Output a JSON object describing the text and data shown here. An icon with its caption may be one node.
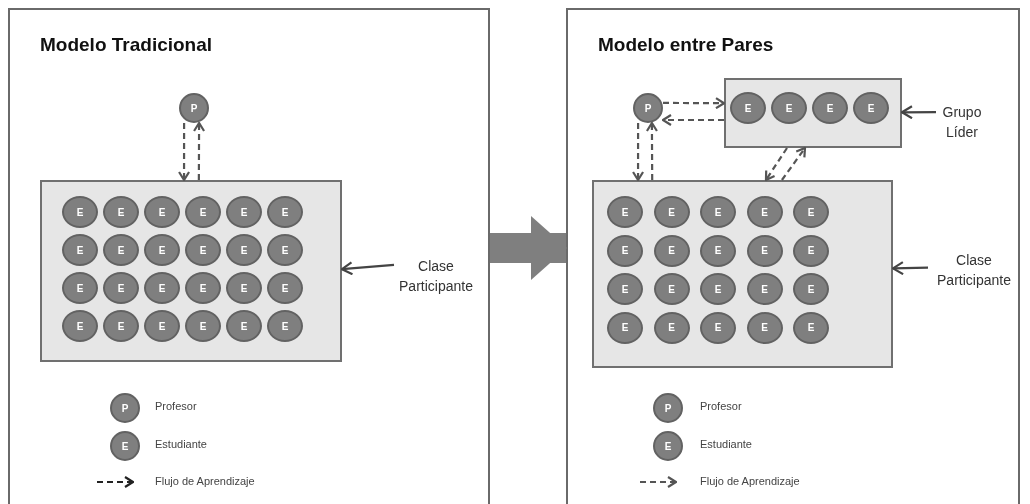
{
  "diagram": {
    "nodes": [
      {
        "text": [
          "Modelo Tradicional"
        ]
      },
      {
        "text": [
          "P"
        ],
        "in": 0
      },
      {
        "text": [],
        "shape": "box",
        "in": 0
      },
      {
        "text": [
          "E"
        ],
        "in": 2
      },
      {
        "text": [
          "E"
        ],
        "in": 2
      },
      {
        "text": [
          "E"
        ],
        "in": 2
      },
      {
        "text": [
          "E"
        ],
        "in": 2
      },
      {
        "text": [
          "E"
        ],
        "in": 2
      },
      {
        "text": [
          "E"
        ],
        "in": 2
      },
      {
        "text": [
          "E"
        ],
        "in": 2
      },
      {
        "text": [
          "E"
        ],
        "in": 2
      },
      {
        "text": [
          "E"
        ],
        "in": 2
      },
      {
        "text": [
          "E"
        ],
        "in": 2
      },
      {
        "text": [
          "E"
        ],
        "in": 2
      },
      {
        "text": [
          "E"
        ],
        "in": 2
      },
      {
        "text": [
          "E"
        ],
        "in": 2
      },
      {
        "text": [
          "E"
        ],
        "in": 2
      },
      {
        "text": [
          "E"
        ],
        "in": 2
      },
      {
        "text": [
          "E"
        ],
        "in": 2
      },
      {
        "text": [
          "E"
        ],
        "in": 2
      },
      {
        "text": [
          "E"
        ],
        "in": 2
      },
      {
        "text": [
          "E"
        ],
        "in": 2
      },
      {
        "text": [
          "E"
        ],
        "in": 2
      },
      {
        "text": [
          "E"
        ],
        "in": 2
      },
      {
        "text": [
          "E"
        ],
        "in": 2
      },
      {
        "text": [
          "E"
        ],
        "in": 2
      },
      {
        "text": [
          "E"
        ],
        "in": 2
      },
      {
        "text": [
          "Clase Participante"
        ],
        "in": 0
      },
      {
        "text": [
          "Modelo entre Pares"
        ]
      },
      {
        "text": [
          "P"
        ],
        "in": 28
      },
      {
        "text": [],
        "shape": "box",
        "in": 28
      },
      {
        "text": [
          "E"
        ],
        "in": 30
      },
      {
        "text": [
          "E"
        ],
        "in": 30
      },
      {
        "text": [
          "E"
        ],
        "in": 30
      },
      {
        "text": [
          "E"
        ],
        "in": 30
      },
      {
        "text": [
          "Grupo Líder"
        ],
        "in": 28
      },
      {
        "text": [],
        "shape": "box",
        "in": 28
      },
      {
        "text": [
          "E"
        ],
        "in": 36
      },
      {
        "text": [
          "E"
        ],
        "in": 36
      },
      {
        "text": [
          "E"
        ],
        "in": 36
      },
      {
        "text": [
          "E"
        ],
        "in": 36
      },
      {
        "text": [
          "E"
        ],
        "in": 36
      },
      {
        "text": [
          "E"
        ],
        "in": 36
      },
      {
        "text": [
          "E"
        ],
        "in": 36
      },
      {
        "text": [
          "E"
        ],
        "in": 36
      },
      {
        "text": [
          "E"
        ],
        "in": 36
      },
      {
        "text": [
          "E"
        ],
        "in": 36
      },
      {
        "text": [
          "E"
        ],
        "in": 36
      },
      {
        "text": [
          "E"
        ],
        "in": 36
      },
      {
        "text": [
          "E"
        ],
        "in": 36
      },
      {
        "text": [
          "E"
        ],
        "in": 36
      },
      {
        "text": [
          "E"
        ],
        "in": 36
      },
      {
        "text": [
          "E"
        ],
        "in": 36
      },
      {
        "text": [
          "E"
        ],
        "in": 36
      },
      {
        "text": [
          "E"
        ],
        "in": 36
      },
      {
        "text": [
          "E"
        ],
        "in": 36
      },
      {
        "text": [
          "E"
        ],
        "in": 36
      },
      {
        "text": [
          "Clase Participante"
        ],
        "in": 28
      }
    ],
    "edges": [
      {
        "from": 1,
        "to": 2,
        "arrow": "to",
        "style": "dashed"
      },
      {
        "from": 2,
        "to": 1,
        "arrow": "to",
        "style": "dashed"
      },
      {
        "from": 27,
        "to": 2,
        "arrow": "to"
      },
      {
        "from": 0,
        "to": 28,
        "arrow": "to",
        "style": "thick",
        "color": "#7f7f7f"
      },
      {
        "from": 29,
        "to": 30,
        "arrow": "to",
        "style": "dashed"
      },
      {
        "from": 30,
        "to": 29,
        "arrow": "to",
        "style": "dashed"
      },
      {
        "from": 29,
        "to": 36,
        "arrow": "to",
        "style": "dashed"
      },
      {
        "from": 36,
        "to": 29,
        "arrow": "to",
        "style": "dashed"
      },
      {
        "from": 30,
        "to": 36,
        "arrow": "to",
        "style": "dashed"
      },
      {
        "from": 36,
        "to": 30,
        "arrow": "to",
        "style": "dashed"
      },
      {
        "from": 35,
        "to": 30,
        "arrow": "to"
      },
      {
        "from": 57,
        "to": 36,
        "arrow": "to"
      }
    ],
    "labels": [
      "P",
      "E",
      "P",
      "E"
    ],
    "legend": [
      {
        "text": "Profesor"
      },
      {
        "text": "Estudiante"
      },
      {
        "text": "Flujo de Aprendizaje"
      },
      {
        "text": "Profesor"
      },
      {
        "text": "Estudiante"
      },
      {
        "text": "Flujo de Aprendizaje"
      }
    ]
  }
}
